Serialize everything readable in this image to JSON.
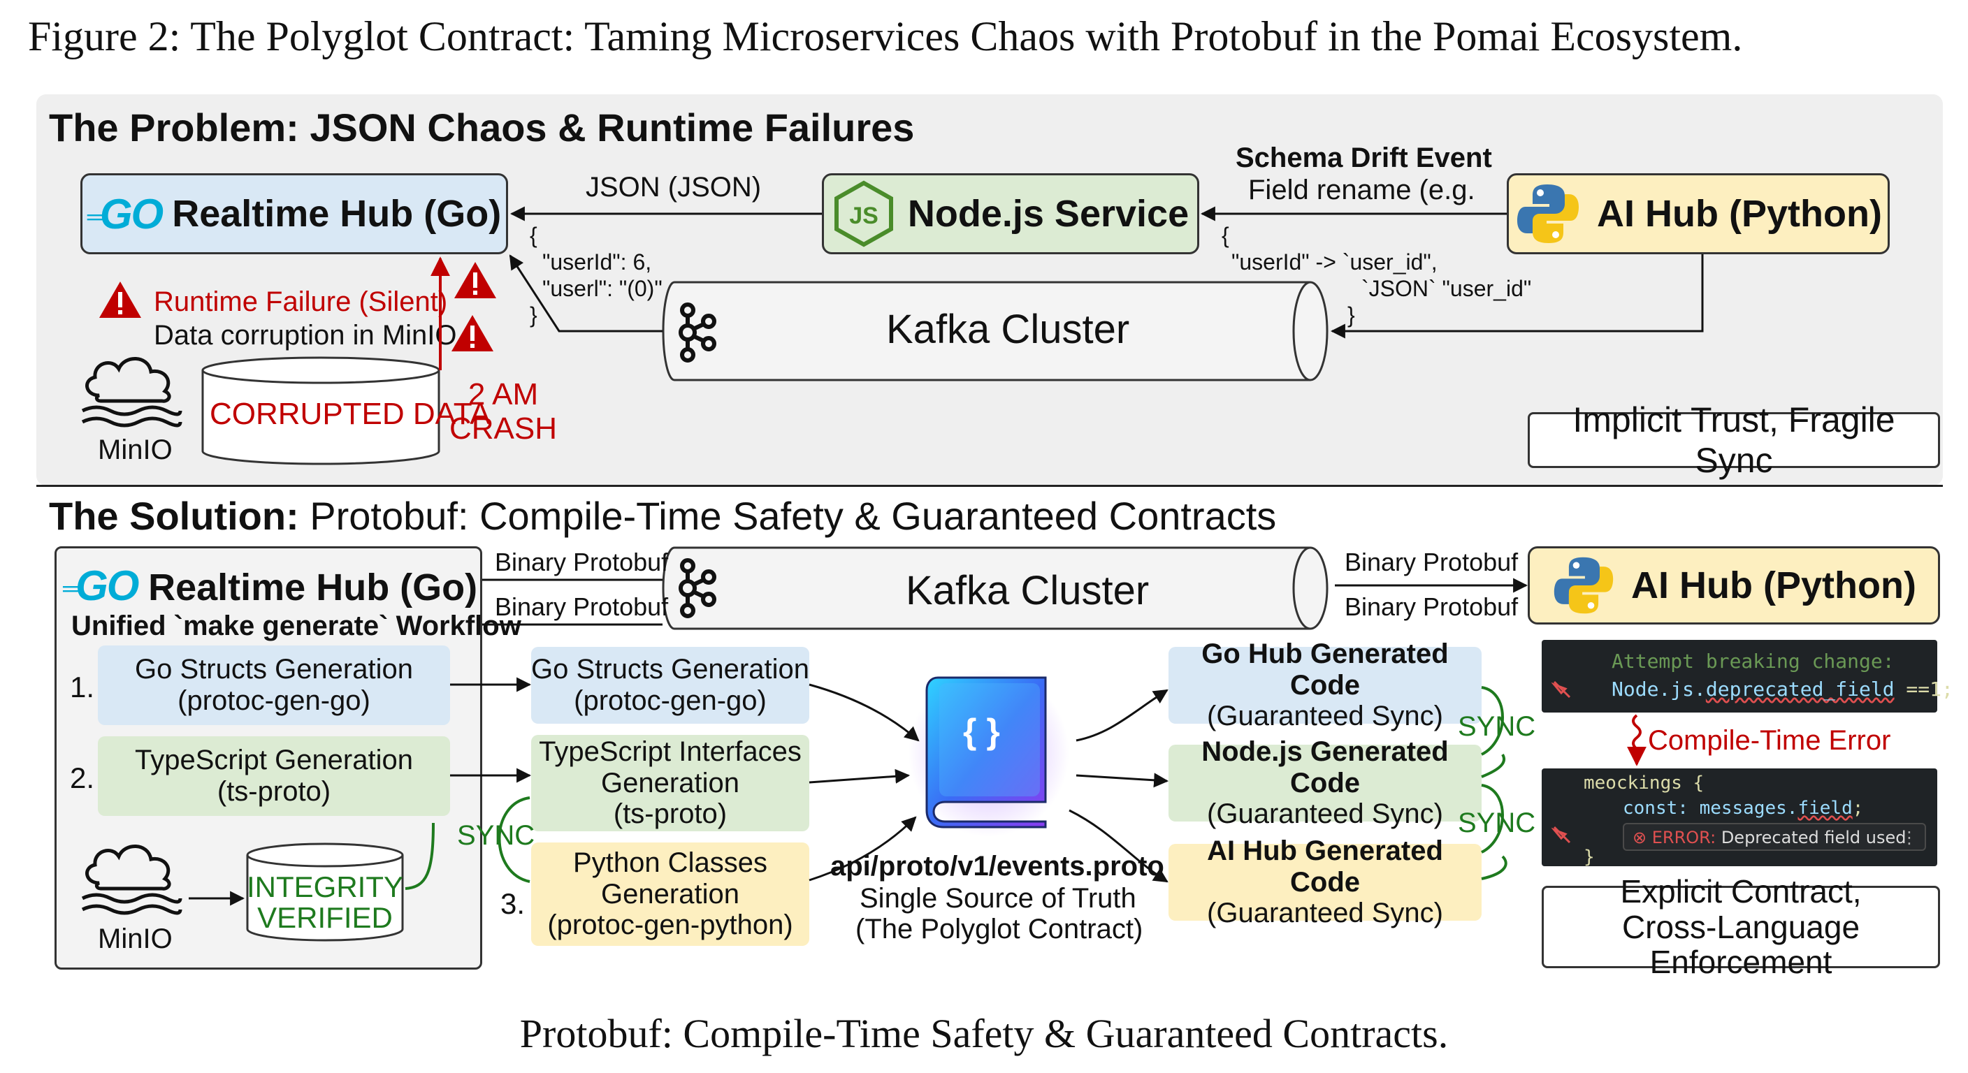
{
  "caption_top": "Figure 2: The Polyglot Contract: Taming Microservices Chaos with Protobuf in the Pomai Ecosystem.",
  "caption_bottom": "Protobuf: Compile-Time Safety & Guaranteed Contracts.",
  "colors": {
    "panel_bg": "#efefef",
    "go_blue": "#00acd7",
    "box_blue": "#d9e8f5",
    "box_green": "#dcebd3",
    "box_yellow": "#fdefc0",
    "error_red": "#c00000",
    "sync_green": "#1e7a1e",
    "editor_bg": "#1f2326"
  },
  "problem": {
    "title": "The Problem: JSON Chaos & Runtime Failures",
    "go_hub": {
      "logo": "GO",
      "label": "Realtime Hub (Go)"
    },
    "node": {
      "logo": "JS",
      "label": "Node.js Service"
    },
    "ai_hub": {
      "label": "AI Hub (Python)"
    },
    "kafka": {
      "label": "Kafka Cluster"
    },
    "arrow_json": "JSON (JSON)",
    "drift_title": "Schema Drift Event",
    "drift_sub": "Field rename (e.g.",
    "payload_left": [
      "{",
      "\"userId\": 6,",
      "\"userl\": \"(0)\"",
      "}"
    ],
    "payload_right": [
      "{",
      "\"userId\" -> `user_id\",",
      "`JSON` \"user_id\"",
      "}"
    ],
    "runtime_failure": "Runtime Failure (Silent)",
    "data_corruption": "Data corruption in MinIO",
    "corrupted": "CORRUPTED DATA",
    "crash": [
      "2 AM",
      "CRASH"
    ],
    "minio": "MinIO",
    "footer": "Implicit Trust, Fragile Sync"
  },
  "solution": {
    "title_bold": "The Solution:",
    "title_rest": " Protobuf: Compile-Time Safety & Guaranteed Contracts",
    "go_hub": {
      "logo": "GO",
      "label": "Realtime Hub (Go)"
    },
    "workflow": "Unified `make generate` Workflow",
    "steps": [
      {
        "num": "1.",
        "l1": "Go Structs Generation",
        "l2": "(protoc-gen-go)"
      },
      {
        "num": "2.",
        "l1": "TypeScript Generation",
        "l2": "(ts-proto)"
      },
      {
        "num": "3."
      }
    ],
    "minio": "MinIO",
    "integrity": [
      "INTEGRITY",
      "VERIFIED"
    ],
    "kafka": {
      "label": "Kafka Cluster"
    },
    "binary": "Binary Protobuf",
    "ai_hub": {
      "label": "AI Hub (Python)"
    },
    "gen": [
      {
        "l1": "Go Structs Generation",
        "l2": "(protoc-gen-go)"
      },
      {
        "l1": "TypeScript Interfaces",
        "l2": "Generation",
        "l3": "(ts-proto)"
      },
      {
        "l1": "Python Classes",
        "l2": "Generation",
        "l3": "(protoc-gen-python)"
      }
    ],
    "sync": "SYNC",
    "proto_glyph": "{ }",
    "proto_file": "api/proto/v1/events.proto",
    "proto_sub1": "Single Source of Truth",
    "proto_sub2": "(The Polyglot Contract)",
    "out": [
      {
        "l1": "Go Hub Generated Code",
        "l2": "(Guaranteed Sync)"
      },
      {
        "l1": "Node.js Generated Code",
        "l2": "(Guaranteed Sync)"
      },
      {
        "l1": "AI Hub Generated Code",
        "l2": "(Guaranteed Sync)"
      }
    ],
    "code1": {
      "comment": "Attempt breaking change:",
      "line_a": "Node.js.",
      "line_b": "deprecated_field",
      "line_c": " ==1;"
    },
    "compile_error": "Compile-Time Error",
    "code2": {
      "l1": "meockings {",
      "l2a": "const: messages.",
      "l2b": "field",
      "l2c": ";",
      "err": "ERROR:",
      "err_msg": " Deprecated field used",
      "close": "}"
    },
    "footer": [
      "Explicit Contract,",
      "Cross-Language Enforcement"
    ]
  }
}
